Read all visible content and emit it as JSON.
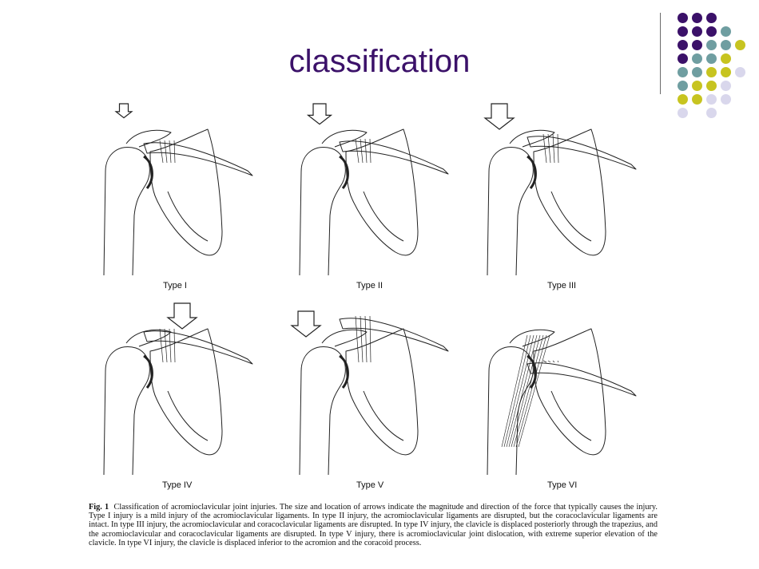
{
  "slide": {
    "title": "classification"
  },
  "decoration": {
    "dot_colors": {
      "purple": "#3b1169",
      "teal": "#6f9ea1",
      "lime": "#c7c420",
      "lavender": "#d9d7ec"
    }
  },
  "figure": {
    "panels": [
      {
        "label": "Type I",
        "arrow": "small"
      },
      {
        "label": "Type II",
        "arrow": "medium"
      },
      {
        "label": "Type III",
        "arrow": "large"
      },
      {
        "label": "Type IV",
        "arrow": "large"
      },
      {
        "label": "Type V",
        "arrow": "large"
      },
      {
        "label": "Type VI",
        "arrow": "none"
      }
    ],
    "caption_fig": "Fig. 1",
    "caption_text": "Classification of acromioclavicular joint injuries. The size and location of arrows indicate the magnitude and direction of the force that typically causes the injury. Type I injury is a mild injury of the acromioclavicular ligaments. In type II injury, the acromioclavicular ligaments are disrupted, but the coracoclavicular ligaments are intact. In type III injury, the acromioclavicular and coracoclavicular ligaments are disrupted. In type IV injury, the clavicle is displaced posteriorly through the trapezius, and the acromioclavicular and coracoclavicular ligaments are disrupted. In type V injury, there is acromioclavicular joint dislocation, with extreme superior elevation of the clavicle. In type VI injury, the clavicle is displaced inferior to the acromion and the coracoid process."
  }
}
